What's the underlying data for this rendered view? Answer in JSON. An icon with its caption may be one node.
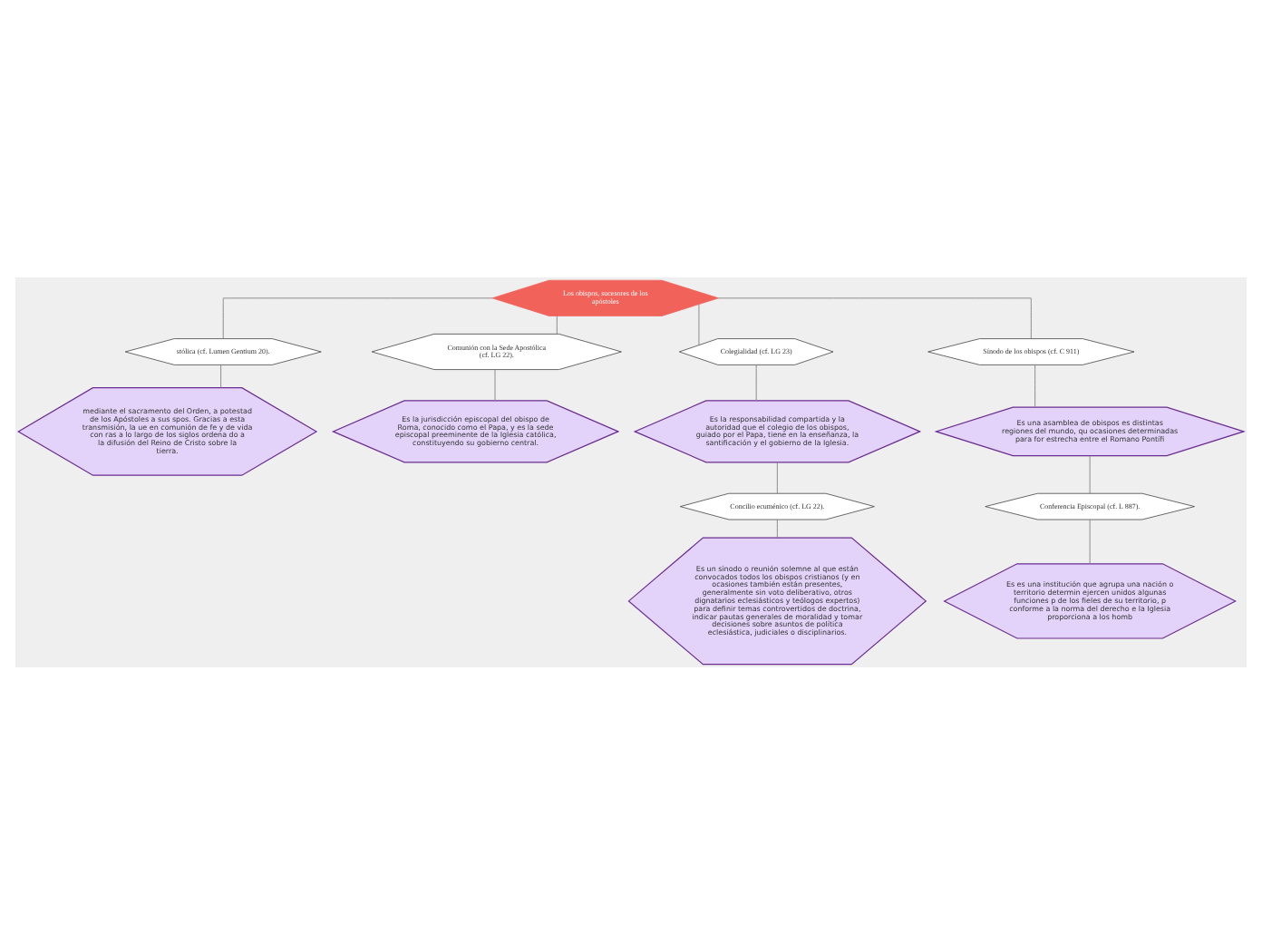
{
  "diagram": {
    "nodes": [
      {
        "text": [
          "Los obispos, sucesores de los apóstoles"
        ]
      },
      {
        "text": [
          "stólica (cf. Lumen Gentium 20)."
        ]
      },
      {
        "text": [
          "mediante el sacramento del Orden, a potestad de los Apóstoles a sus spos. Gracias a esta transmisión, la ue en comunión de fe y de vida con ras a lo largo de los siglos ordena do a la difusión del Reino de Cristo sobre la tierra."
        ]
      },
      {
        "text": [
          "Comunión con la Sede Apostólica (cf. LG 22)."
        ]
      },
      {
        "text": [
          "Es la jurisdicción episcopal del obispo de Roma, conocido como el Papa, y es la sede episcopal preeminente de la Iglesia católica, constituyendo su gobierno central."
        ]
      },
      {
        "text": [
          "Colegialidad (cf. LG 23)"
        ]
      },
      {
        "text": [
          "Es la responsabilidad compartida y la autoridad que el colegio de los obispos, guiado por el Papa, tiene en la enseñanza, la santificación y el gobierno de la Iglesia."
        ]
      },
      {
        "text": [
          "Concilio ecuménico (cf. LG 22)."
        ]
      },
      {
        "text": [
          "Es un sínodo o reunión solemne al que están convocados todos los obispos cristianos (y en ocasiones también están presentes, generalmente sin voto deliberativo, otros dignatarios eclesiásticos y teólogos expertos) para definir temas controvertidos de doctrina, indicar pautas generales de moralidad y tomar decisiones sobre asuntos de política eclesiástica, judiciales o disciplinarios."
        ]
      },
      {
        "text": [
          "Sínodo de los obispos (cf. C 911)"
        ]
      },
      {
        "text": [
          "Es una asamblea de obispos es distintas regiones del mundo, qu ocasiones determinadas para for estrecha entre el Romano Pontífi"
        ]
      },
      {
        "text": [
          "Conferencia Episcopal (cf. L 887)."
        ]
      },
      {
        "text": [
          "Es es una institución que agrupa una nación o territorio determin ejercen unidos algunas funciones p de los fieles de su territorio, p conforme a la norma del derecho e la Iglesia proporciona a los homb"
        ]
      }
    ],
    "edges": [
      {
        "from": 0,
        "to": 1,
        "arrow": "none"
      },
      {
        "from": 0,
        "to": 3,
        "arrow": "none"
      },
      {
        "from": 0,
        "to": 5,
        "arrow": "none"
      },
      {
        "from": 0,
        "to": 9,
        "arrow": "none"
      },
      {
        "from": 1,
        "to": 2,
        "arrow": "none"
      },
      {
        "from": 3,
        "to": 4,
        "arrow": "none"
      },
      {
        "from": 5,
        "to": 6,
        "arrow": "none"
      },
      {
        "from": 6,
        "to": 7,
        "arrow": "none"
      },
      {
        "from": 7,
        "to": 8,
        "arrow": "none"
      },
      {
        "from": 9,
        "to": 10,
        "arrow": "none"
      },
      {
        "from": 10,
        "to": 11,
        "arrow": "none"
      },
      {
        "from": 11,
        "to": 12,
        "arrow": "none"
      }
    ]
  }
}
